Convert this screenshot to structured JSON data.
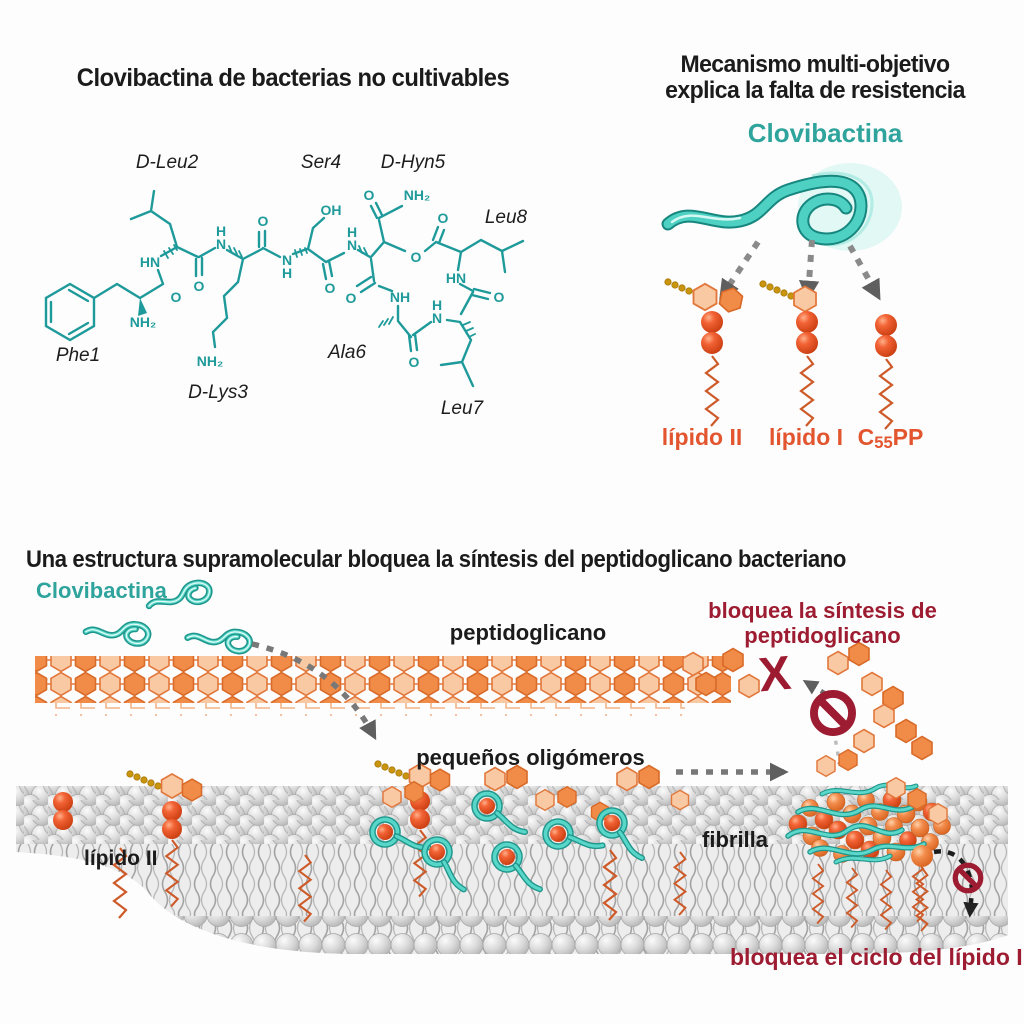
{
  "figure": {
    "top_left": {
      "title": "Clovibactina de bacterias no cultivables",
      "residues": {
        "phe1": "Phe1",
        "dleu2": "D-Leu2",
        "dlys3": "D-Lys3",
        "ser4": "Ser4",
        "dhyn5": "D-Hyn5",
        "ala6": "Ala6",
        "leu7": "Leu7",
        "leu8": "Leu8"
      },
      "atoms": [
        "HN",
        "NH₂",
        "O",
        "O",
        "H",
        "N",
        "NH₂",
        "O",
        "N",
        "H",
        "OH",
        "O",
        "H",
        "N",
        "O",
        "NH₂",
        "O",
        "O",
        "HN",
        "O",
        "H",
        "N",
        "NH",
        "O",
        "O"
      ]
    },
    "top_right": {
      "title_line1": "Mecanismo multi-objetivo",
      "title_line2": "explica la falta de resistencia",
      "molecule": "Clovibactina",
      "target1": "lípido II",
      "target2": "lípido I",
      "target3_pre": "C",
      "target3_sub": "55",
      "target3_post": "PP"
    },
    "bottom": {
      "title": "Una estructura supramolecular bloquea la síntesis del peptidoglicano bacteriano",
      "clovibactina": "Clovibactina",
      "peptidoglicano": "peptidoglicano",
      "block_synthesis_1": "bloquea la síntesis de",
      "block_synthesis_2": "peptidoglicano",
      "x_mark": "X",
      "oligomeros": "pequeños oligómeros",
      "lipido2": "lípido II",
      "fibrilla": "fibrilla",
      "block_cycle": "bloquea el ciclo del lípido II"
    },
    "colors": {
      "teal_structure": "#1f9a9a",
      "teal_molecule": "#4ed1c3",
      "orange_hex_light": "#f8c9a2",
      "orange_hex_dark": "#f08c48",
      "red_sphere": "#ee5526",
      "gold_bead": "#c9940e",
      "orange_label": "#e2552e",
      "dark_red": "#9d1c31",
      "membrane_gray": "#d9d9d9"
    }
  }
}
